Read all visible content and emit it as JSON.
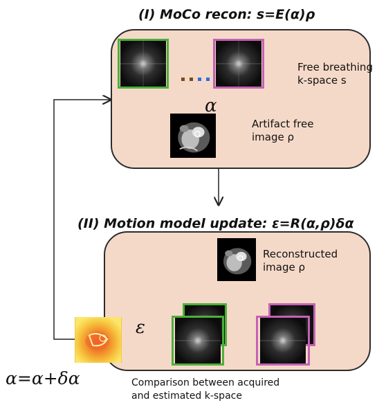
{
  "stage1": {
    "title": "(I)     MoCo recon: s=E(α)ρ",
    "kspace_label_line1": "Free breathing",
    "kspace_label_line2": "k-space s",
    "image_label_line1": "Artifact free",
    "image_label_line2": "image ρ"
  },
  "stage2": {
    "title": "(II) Motion model update: ε=R(α,ρ)δα",
    "recon_label_line1": "Reconstructed",
    "recon_label_line2": "image ρ",
    "comparison_line1": "Comparison between acquired",
    "comparison_line2": "and estimated k-space"
  },
  "symbols": {
    "alpha": "α",
    "epsilon": "ε",
    "update": "α=α+δα"
  },
  "colors": {
    "box_fill": "#f5d9c8",
    "green_frame": "#4caf3b",
    "pink_frame": "#c462b4",
    "dot_brown": "#7a4a1c",
    "dot_blue": "#2f6fd6"
  },
  "icons": [
    "kspace-image",
    "mri-heart-image",
    "motion-field-map"
  ]
}
